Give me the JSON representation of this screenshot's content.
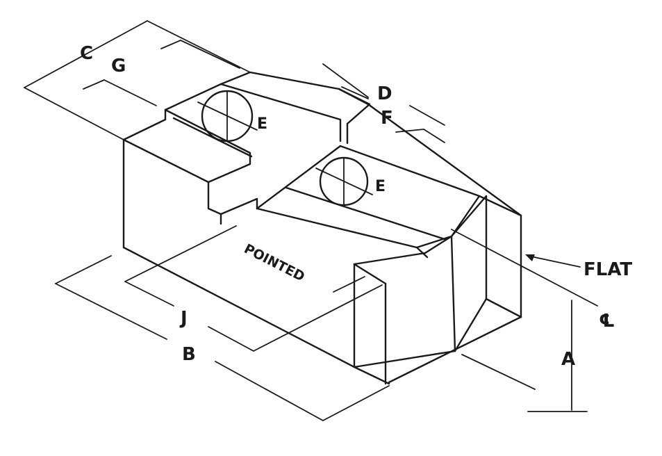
{
  "diagram": {
    "labels": {
      "c": "C",
      "g": "G",
      "d": "D",
      "f": "F",
      "e1": "E",
      "e2": "E",
      "j": "J",
      "b": "B",
      "a": "A",
      "flat": "FLAT",
      "centerline": "℄",
      "pointed": "POINTED"
    }
  }
}
